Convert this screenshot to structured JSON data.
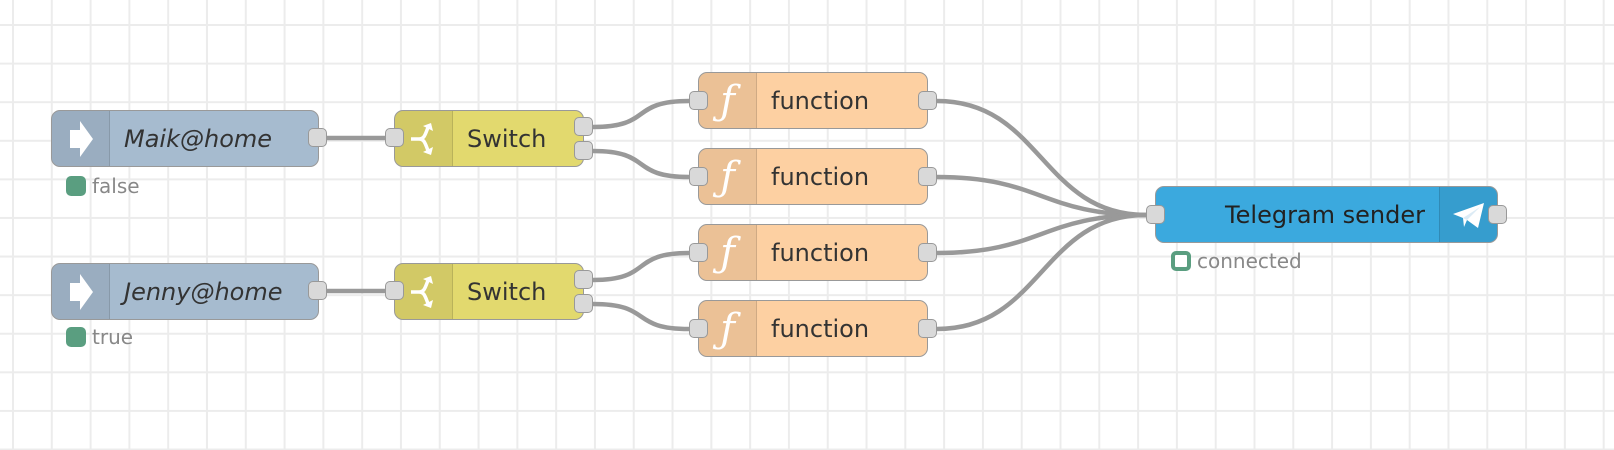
{
  "canvas": {
    "type": "node-red-flow"
  },
  "nodes": {
    "inject_maik": {
      "label": "Maik@home",
      "icon": "arrow-right-icon",
      "status": {
        "text": "false",
        "shape": "dot",
        "color": "#5a9e80"
      },
      "color": "#a6bbcf"
    },
    "inject_jenny": {
      "label": "Jenny@home",
      "icon": "arrow-right-icon",
      "status": {
        "text": "true",
        "shape": "dot",
        "color": "#5a9e80"
      },
      "color": "#a6bbcf"
    },
    "switch_1": {
      "label": "Switch",
      "icon": "switch-icon",
      "color": "#e2d96e",
      "outputs": 2
    },
    "switch_2": {
      "label": "Switch",
      "icon": "switch-icon",
      "color": "#e2d96e",
      "outputs": 2
    },
    "function_1": {
      "label": "function",
      "icon": "function-icon",
      "color": "#fdd0a2"
    },
    "function_2": {
      "label": "function",
      "icon": "function-icon",
      "color": "#fdd0a2"
    },
    "function_3": {
      "label": "function",
      "icon": "function-icon",
      "color": "#fdd0a2"
    },
    "function_4": {
      "label": "function",
      "icon": "function-icon",
      "color": "#fdd0a2"
    },
    "telegram": {
      "label": "Telegram sender",
      "icon": "telegram-plane-icon",
      "status": {
        "text": "connected",
        "shape": "ring",
        "color": "#5a9e80"
      },
      "color": "#3ba9de"
    }
  },
  "wires": [
    {
      "from": "inject_maik",
      "to": "switch_1"
    },
    {
      "from": "inject_jenny",
      "to": "switch_2"
    },
    {
      "from": "switch_1",
      "output": 1,
      "to": "function_1"
    },
    {
      "from": "switch_1",
      "output": 2,
      "to": "function_2"
    },
    {
      "from": "switch_2",
      "output": 1,
      "to": "function_3"
    },
    {
      "from": "switch_2",
      "output": 2,
      "to": "function_4"
    },
    {
      "from": "function_1",
      "to": "telegram"
    },
    {
      "from": "function_2",
      "to": "telegram"
    },
    {
      "from": "function_3",
      "to": "telegram"
    },
    {
      "from": "function_4",
      "to": "telegram"
    }
  ]
}
